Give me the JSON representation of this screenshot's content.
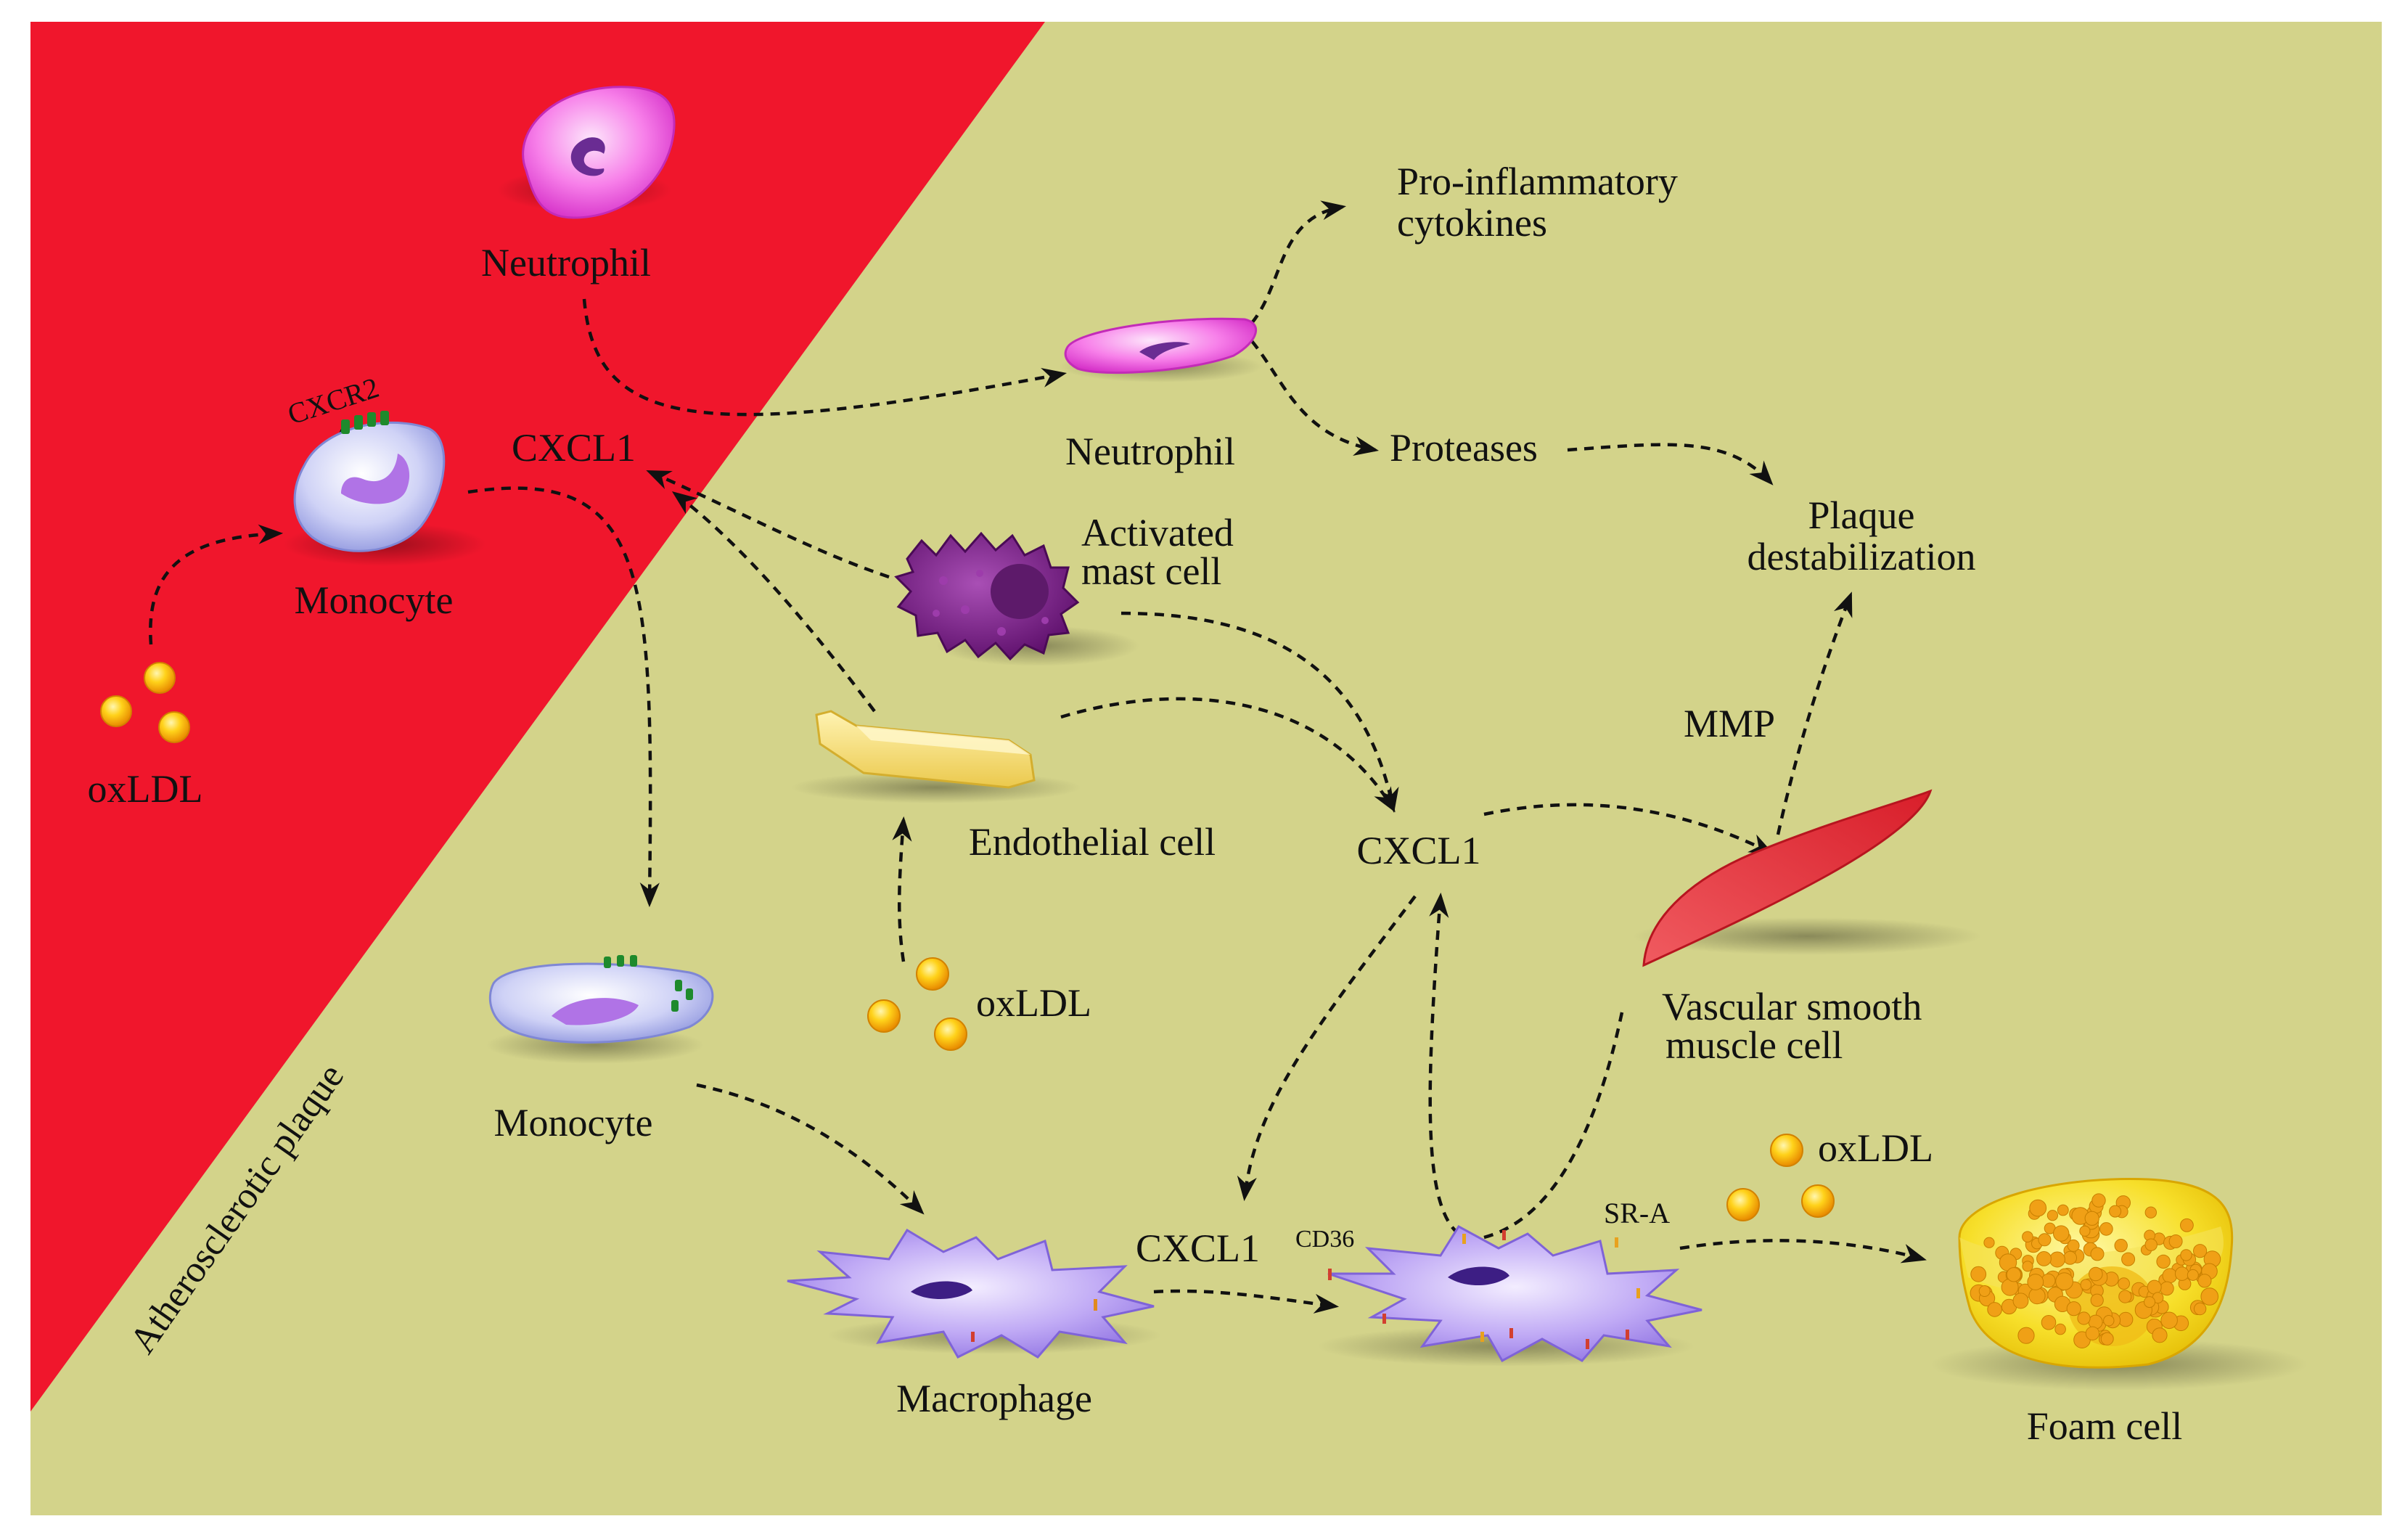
{
  "labels": {
    "neutrophil_blood": "Neutrophil",
    "cxcr2": "CXCR2",
    "monocyte_blood": "Monocyte",
    "oxldl_blood": "oxLDL",
    "cxcl1_top": "CXCL1",
    "neutrophil_tissue": "Neutrophil",
    "pro_inflammatory_line1": "Pro-inflammatory",
    "pro_inflammatory_line2": "cytokines",
    "proteases": "Proteases",
    "plaque_destab_line1": "Plaque",
    "plaque_destab_line2": "destabilization",
    "activated_mast_line1": "Activated",
    "activated_mast_line2": "mast cell",
    "endothelial_cell": "Endothelial cell",
    "cxcl1_center": "CXCL1",
    "mmp": "MMP",
    "oxldl_middle": "oxLDL",
    "vsmc_line1": "Vascular smooth",
    "vsmc_line2": "muscle cell",
    "monocyte_tissue": "Monocyte",
    "cxcl1_bottom": "CXCL1",
    "cd36": "CD36",
    "sr_a": "SR-A",
    "oxldl_right": "oxLDL",
    "macrophage": "Macrophage",
    "foam_cell": "Foam cell",
    "atherosclerotic_plaque": "Atherosclerotic plaque"
  },
  "colors": {
    "vessel_red": "#f0162c",
    "plaque_olive": "#d3d38a",
    "neutrophil_pink": "#f264e6",
    "monocyte_lilac": "#c6c8f2",
    "mast_purple": "#7a1f88",
    "endothelial_yellow": "#f7e27c",
    "smooth_muscle_red": "#e8333d",
    "macrophage_violet": "#b39cf2",
    "foam_yellow": "#f4d210",
    "oxldl_orange": "#f6a60e"
  }
}
